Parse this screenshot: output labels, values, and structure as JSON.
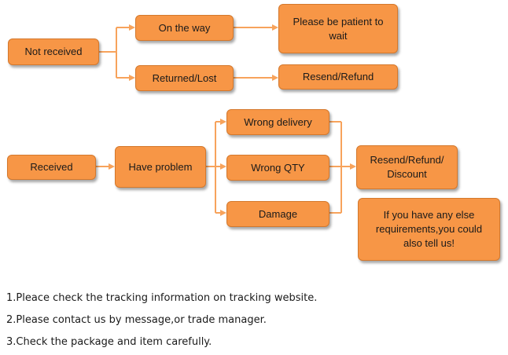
{
  "colors": {
    "node_fill": "#F79646",
    "node_border": "#D4782C",
    "connector": "#F7A35C"
  },
  "nodes": {
    "not_received": "Not received",
    "on_the_way": "On the way",
    "please_wait": "Please be patient to\nwait",
    "returned_lost": "Returned/Lost",
    "resend_refund": "Resend/Refund",
    "received": "Received",
    "have_problem": "Have problem",
    "wrong_delivery": "Wrong delivery",
    "wrong_qty": "Wrong QTY",
    "damage": "Damage",
    "resend_refund_discount": "Resend/Refund/\nDiscount",
    "other_requirements": "If you have any else\nrequirements,you could\nalso tell us!"
  },
  "notes": [
    "1.Pleace check the tracking information on tracking website.",
    "2.Please contact us by message,or trade manager.",
    "3.Check the package and item carefully."
  ]
}
